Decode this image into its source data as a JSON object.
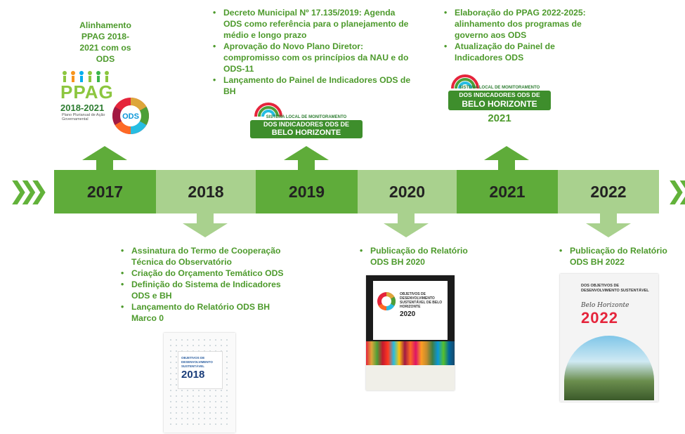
{
  "years": [
    "2017",
    "2018",
    "2019",
    "2020",
    "2021",
    "2022"
  ],
  "chevrons": "❯❯❯",
  "notes": {
    "y2017": "Alinhamento PPAG 2018-2021 com os ODS",
    "y2018": [
      "Assinatura do Termo de Cooperação Técnica do Observatório",
      "Criação do Orçamento Temático ODS",
      "Definição do Sistema de Indicadores ODS e BH",
      "Lançamento do Relatório ODS BH Marco 0"
    ],
    "y2019": [
      "Decreto Municipal Nº 17.135/2019: Agenda ODS como referência para o planejamento de médio e longo prazo",
      "Aprovação do Novo Plano Diretor: compromisso com os princípios da NAU e do ODS-11",
      "Lançamento do Painel de Indicadores ODS de BH"
    ],
    "y2020": [
      "Publicação do Relatório ODS BH 2020"
    ],
    "y2021": [
      "Elaboração do PPAG 2022-2025: alinhamento dos programas de governo aos ODS",
      "Atualização do Painel de Indicadores ODS"
    ],
    "y2022": [
      "Publicação do Relatório ODS BH 2022"
    ]
  },
  "logos": {
    "ppag": {
      "title": "PPAG",
      "years": "2018-2021",
      "sub": "Plano Plurianual de Ação Governamental",
      "ods": "ODS"
    },
    "panel": {
      "top": "SISTEMA LOCAL DE MONITORAMENTO",
      "mid": "DOS INDICADORES ODS DE",
      "bottom": "BELO HORIZONTE"
    },
    "panel2021_year": "2021"
  },
  "covers": {
    "c2018": {
      "label": "OBJETIVOS DE DESENVOLVIMENTO SUSTENTÁVEL",
      "year": "2018"
    },
    "c2020": {
      "label": "OBJETIVOS DE DESENVOLVIMENTO SUSTENTÁVEL DE BELO HORIZONTE",
      "year": "2020"
    },
    "c2022": {
      "label": "DOS OBJETIVOS DE DESENVOLVIMENTO SUSTENTÁVEL",
      "script": "Belo Horizonte",
      "year": "2022"
    }
  },
  "colors": {
    "dark_green": "#5fac3a",
    "light_green": "#a9d18e",
    "text_green": "#4d9a2c"
  }
}
